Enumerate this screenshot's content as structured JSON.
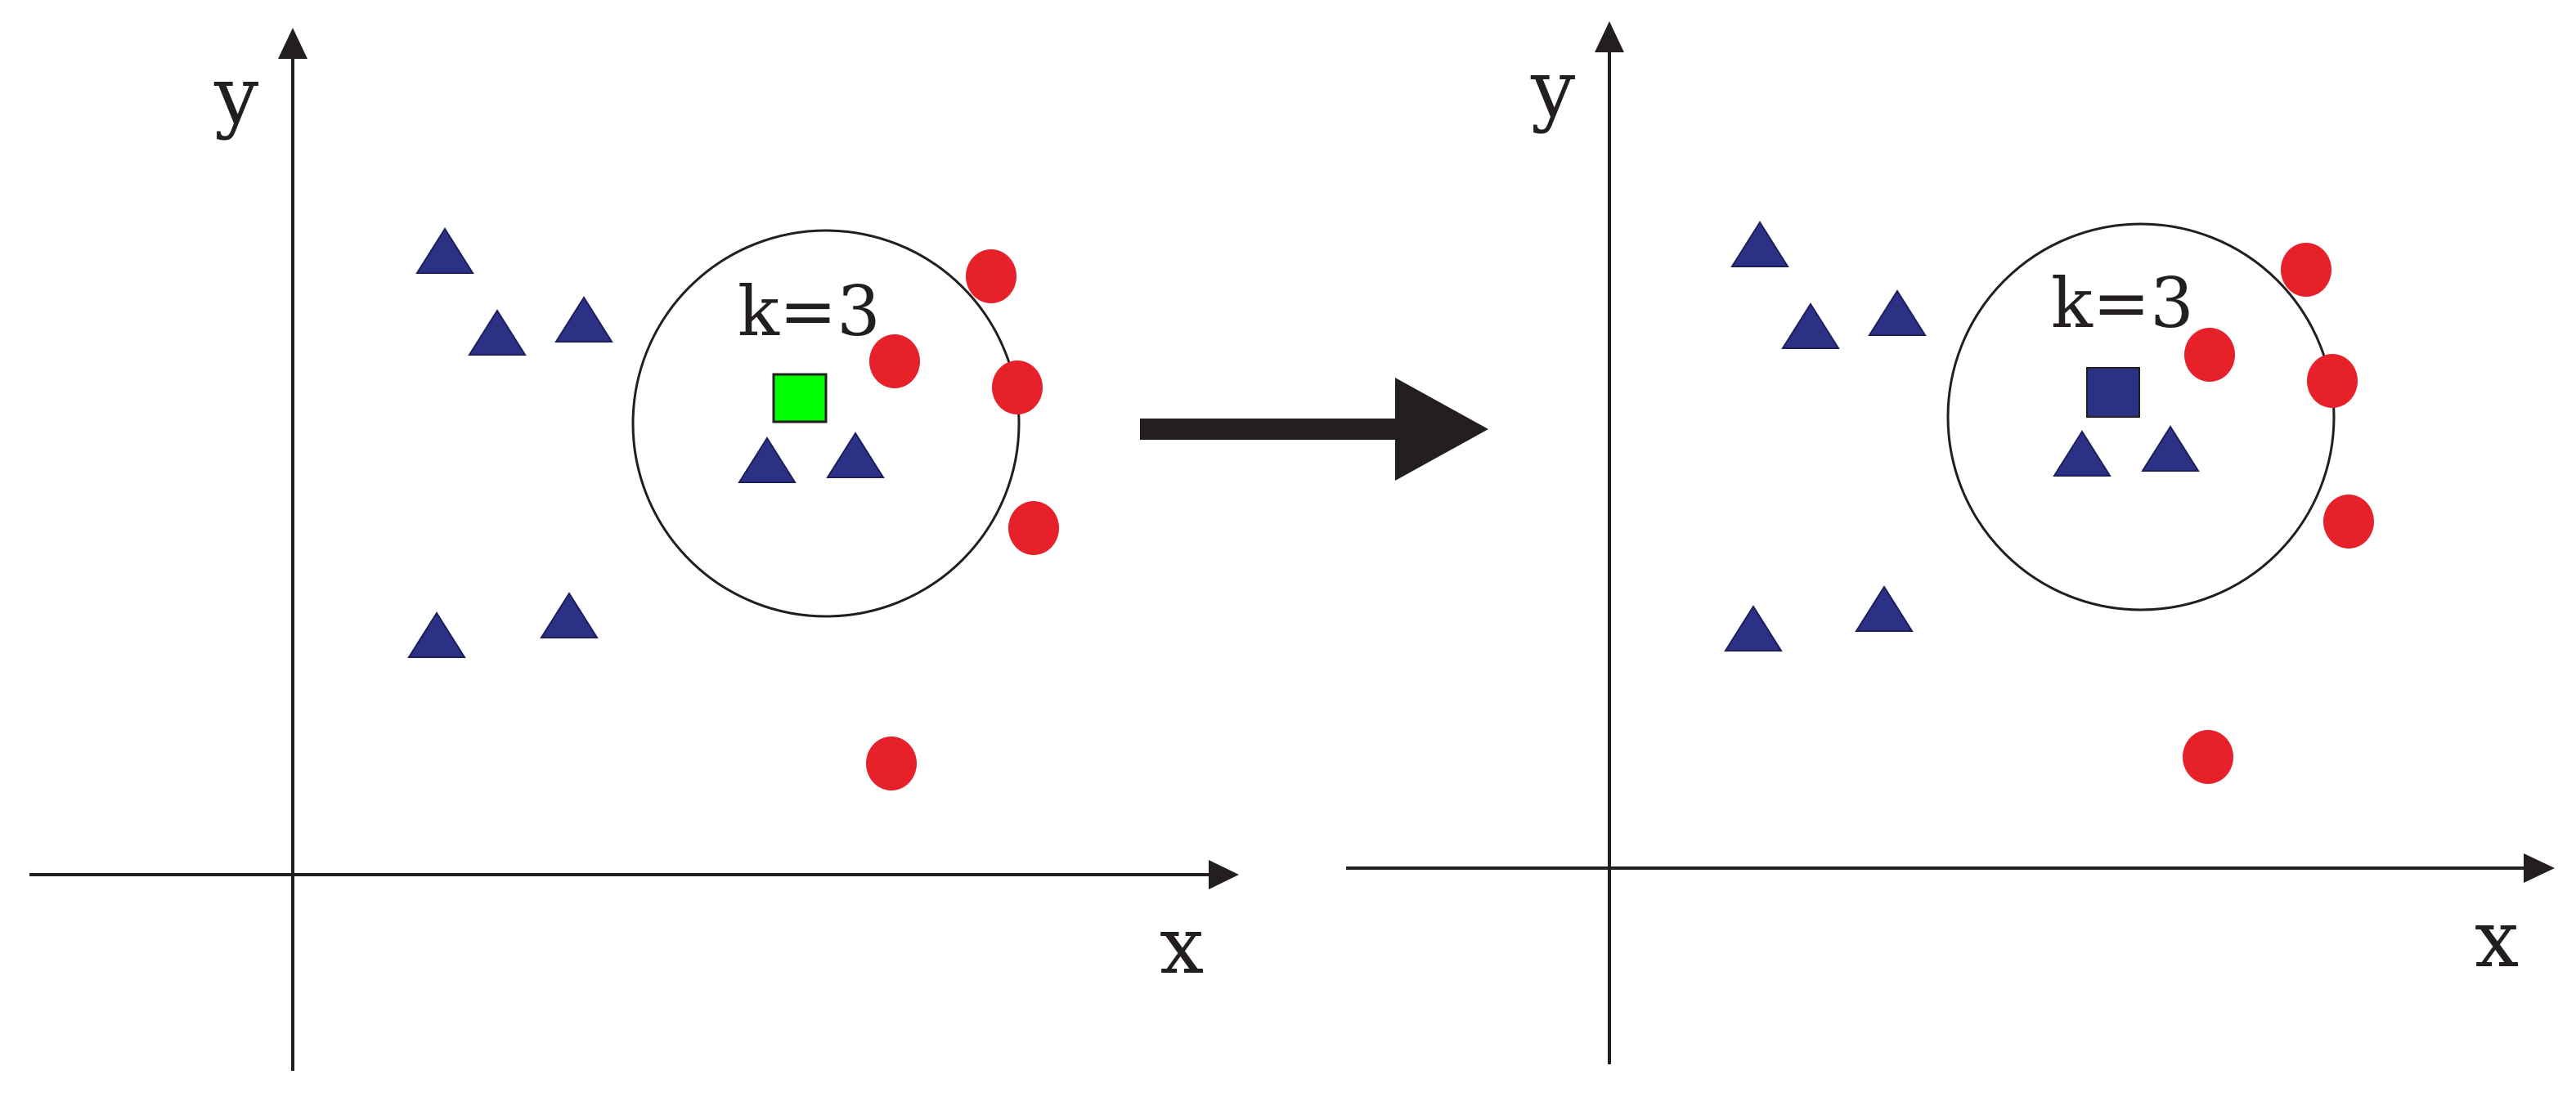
{
  "colors": {
    "triangle": "#2b3184",
    "circle": "#e62129",
    "query_before": "#00ff00",
    "query_after": "#2b3184",
    "ink": "#231f20"
  },
  "panels": [
    {
      "name": "before",
      "x_label": "x",
      "y_label": "y",
      "k_label": "k=3",
      "query_class": "unclassified",
      "query_color": "#00ff00"
    },
    {
      "name": "after",
      "x_label": "x",
      "y_label": "y",
      "k_label": "k=3",
      "query_class": "triangle",
      "query_color": "#2b3184"
    }
  ],
  "arrow": "arrow-right-icon"
}
